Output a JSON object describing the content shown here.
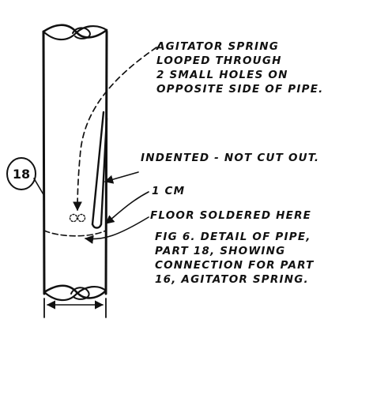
{
  "part_callout": "18",
  "labels": {
    "spring": [
      "AGITATOR SPRING",
      "LOOPED THROUGH",
      "2 SMALL HOLES ON",
      "OPPOSITE SIDE OF PIPE."
    ],
    "indent": "INDENTED - NOT CUT OUT.",
    "size": "1 CM",
    "floor": "FLOOR SOLDERED HERE",
    "caption": [
      "FIG 6. DETAIL OF PIPE,",
      "PART 18, SHOWING",
      "CONNECTION FOR PART",
      "16, AGITATOR SPRING."
    ]
  }
}
